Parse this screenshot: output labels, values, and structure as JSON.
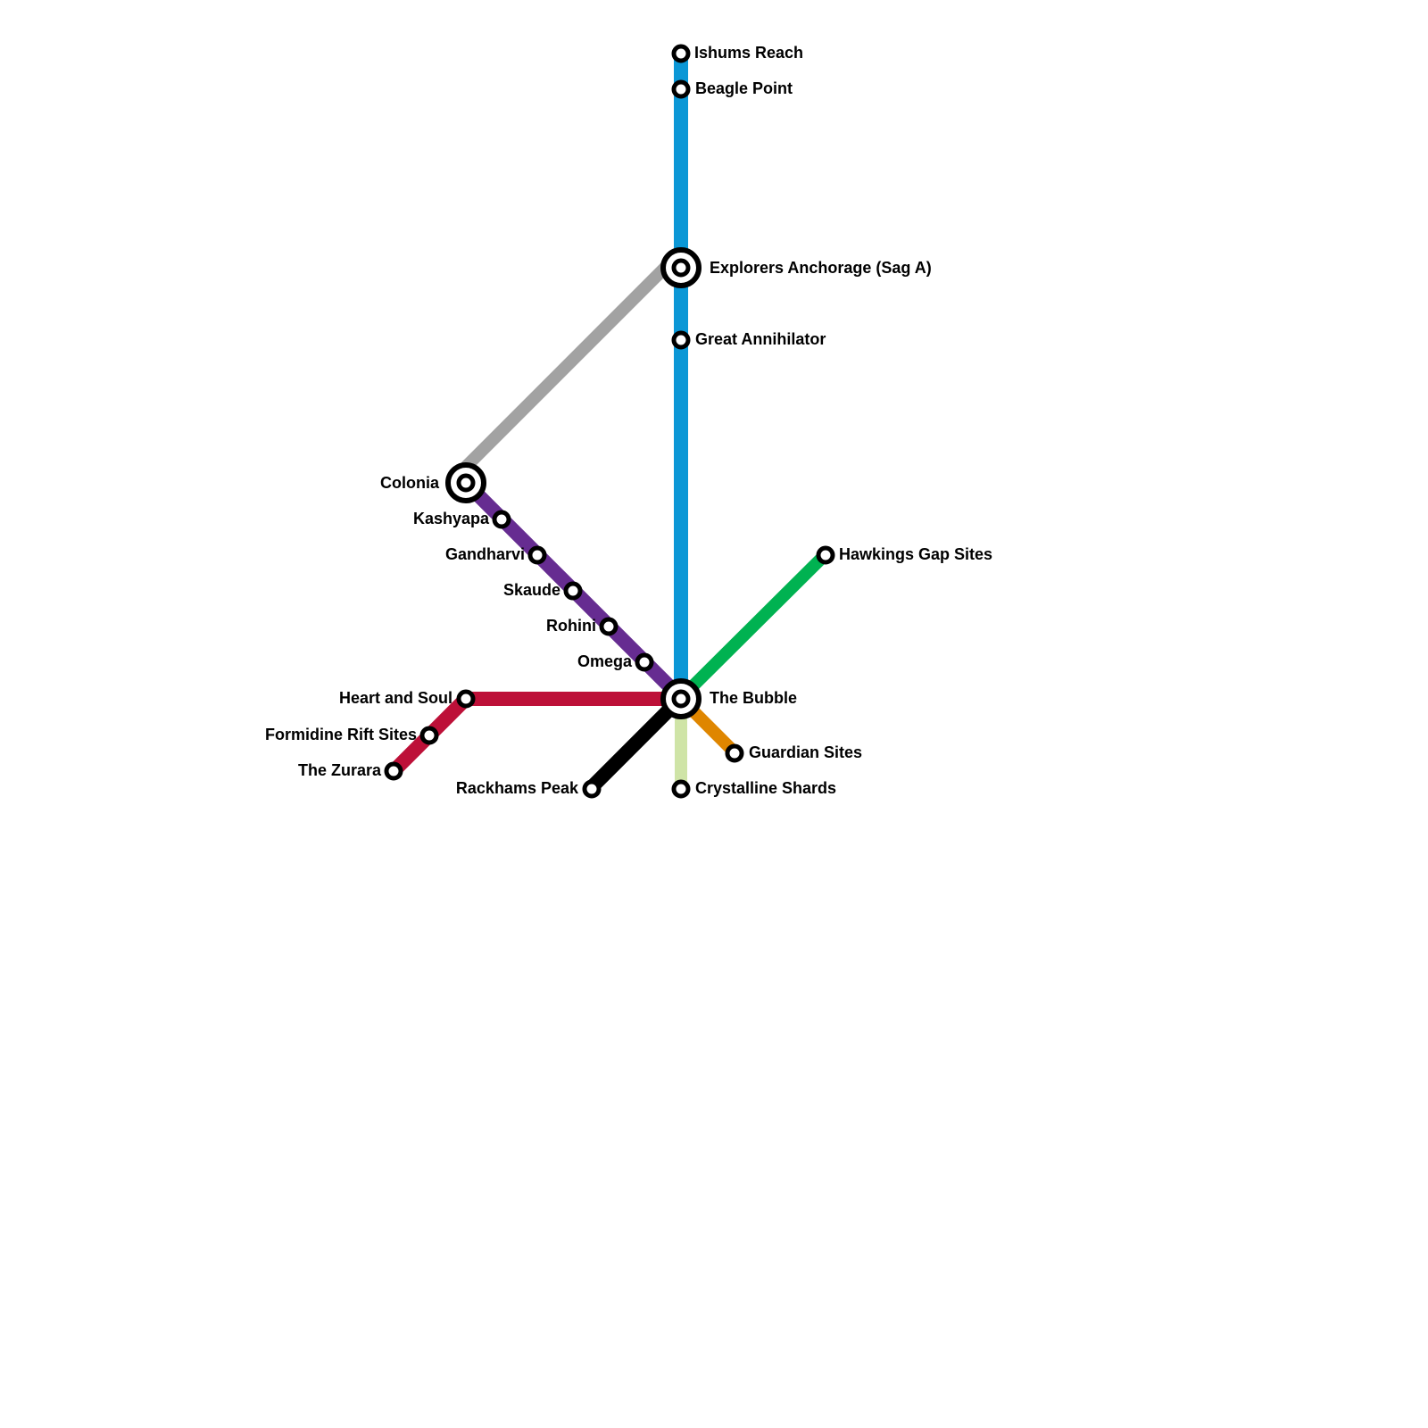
{
  "colors": {
    "blue_line": "#0b97d6",
    "grey_line": "#a2a2a2",
    "purple_line": "#662c91",
    "red_line": "#bd1038",
    "green_line": "#00b251",
    "orange_line": "#df8600",
    "black_line": "#000000",
    "pale_green_line": "#cfe4a7",
    "station_fill": "#ffffff",
    "station_stroke": "#000000"
  },
  "stations": {
    "ishums_reach": "Ishums Reach",
    "beagle_point": "Beagle Point",
    "explorers_anchorage": "Explorers Anchorage (Sag A)",
    "great_annihilator": "Great Annihilator",
    "colonia": "Colonia",
    "kashyapa": "Kashyapa",
    "gandharvi": "Gandharvi",
    "skaude": "Skaude",
    "rohini": "Rohini",
    "omega": "Omega",
    "the_bubble": "The Bubble",
    "hawkings_gap_sites": "Hawkings Gap Sites",
    "heart_and_soul": "Heart and Soul",
    "formidine_rift_sites": "Formidine Rift Sites",
    "the_zurara": "The Zurara",
    "rackhams_peak": "Rackhams Peak",
    "crystalline_shards": "Crystalline Shards",
    "guardian_sites": "Guardian Sites"
  }
}
